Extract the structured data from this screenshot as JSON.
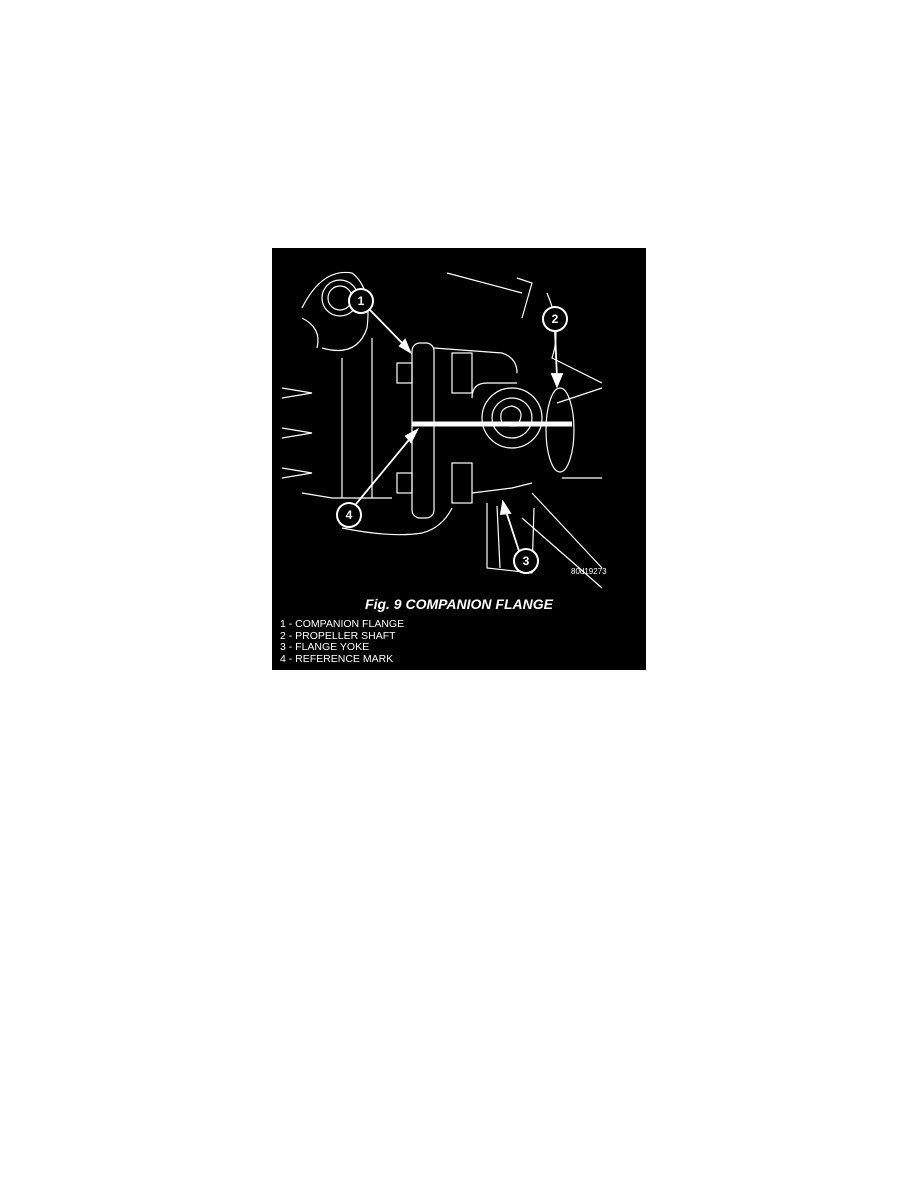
{
  "figure": {
    "title": "Fig. 9 COMPANION FLANGE",
    "code": "80d19273",
    "callouts": [
      "1",
      "2",
      "3",
      "4"
    ],
    "legend": [
      "1 - COMPANION FLANGE",
      "2 - PROPELLER SHAFT",
      "3 - FLANGE YOKE",
      "4 - REFERENCE MARK"
    ]
  }
}
